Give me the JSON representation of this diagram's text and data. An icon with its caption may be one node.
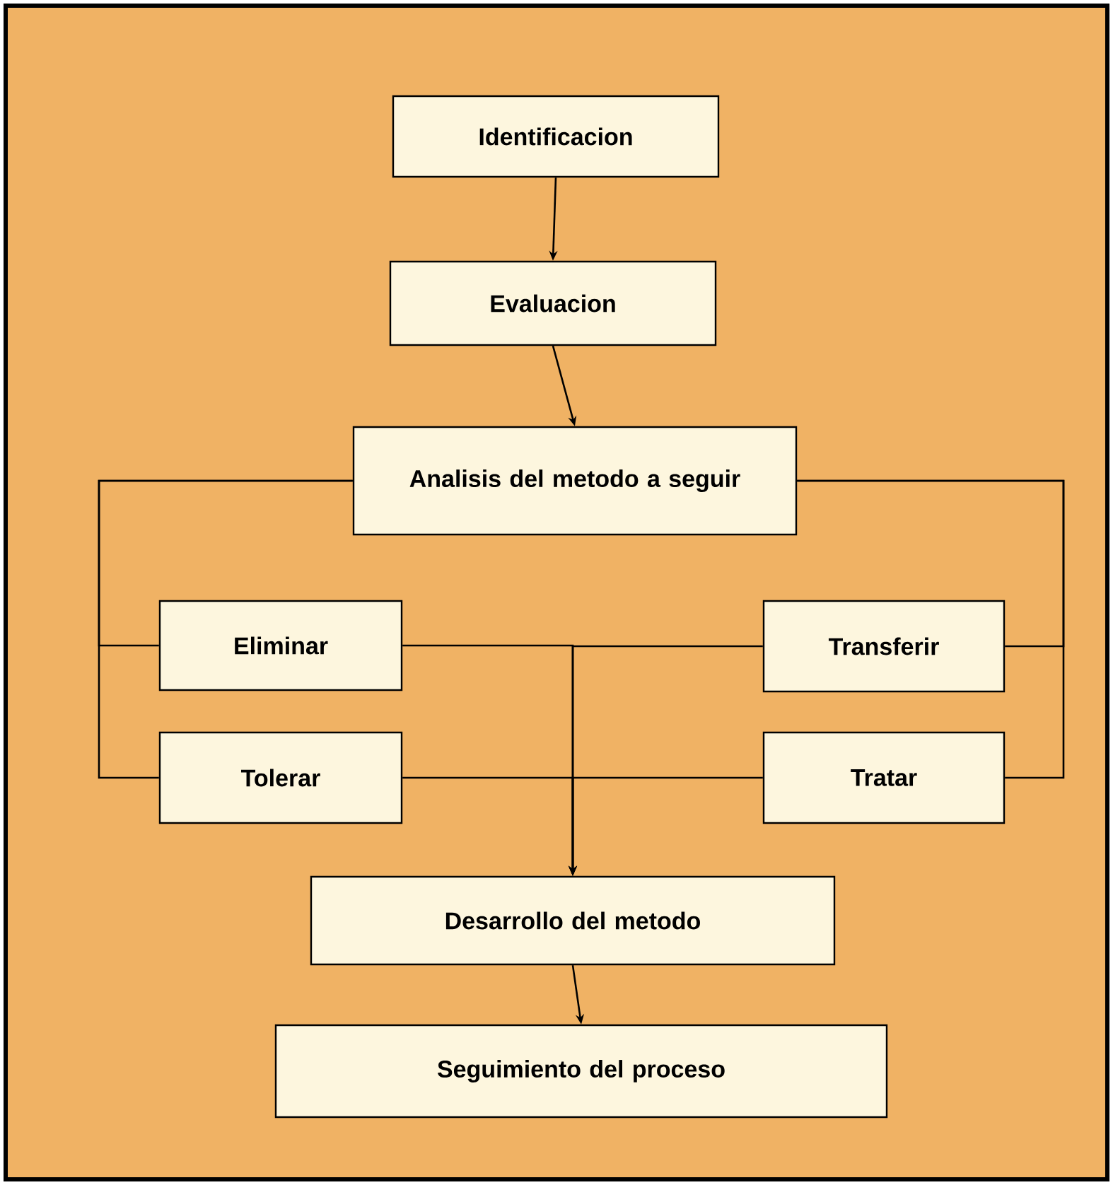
{
  "diagram": {
    "nodes": [
      {
        "text": [
          "Identificacion"
        ]
      },
      {
        "text": [
          "Evaluacion"
        ]
      },
      {
        "text": [
          "Analisis del metodo a seguir"
        ]
      },
      {
        "text": [
          "Eliminar"
        ]
      },
      {
        "text": [
          "Transferir"
        ]
      },
      {
        "text": [
          "Tolerar"
        ]
      },
      {
        "text": [
          "Tratar"
        ]
      },
      {
        "text": [
          "Desarrollo del metodo"
        ]
      },
      {
        "text": [
          "Seguimiento del proceso"
        ]
      }
    ],
    "edges": [
      {
        "from": 0,
        "to": 1,
        "arrow": "to"
      },
      {
        "from": 1,
        "to": 2,
        "arrow": "to"
      },
      {
        "from": 2,
        "to": 3,
        "arrow": "none"
      },
      {
        "from": 2,
        "to": 5,
        "arrow": "none"
      },
      {
        "from": 2,
        "to": 4,
        "arrow": "none"
      },
      {
        "from": 2,
        "to": 6,
        "arrow": "none"
      },
      {
        "from": 3,
        "to": 7,
        "arrow": "to"
      },
      {
        "from": 4,
        "to": 7,
        "arrow": "to"
      },
      {
        "from": 5,
        "to": 7,
        "arrow": "to"
      },
      {
        "from": 6,
        "to": 7,
        "arrow": "to"
      },
      {
        "from": 7,
        "to": 8,
        "arrow": "to"
      }
    ]
  }
}
